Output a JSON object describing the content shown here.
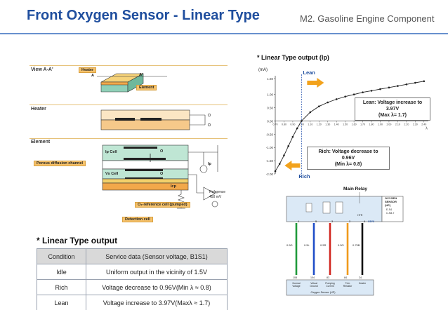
{
  "header": {
    "title": "Front Oxygen Sensor - Linear Type",
    "subtitle": "M2. Gasoline Engine Component"
  },
  "left_diagram": {
    "view_label": "View A-A'",
    "heater_label": "Heater",
    "element_label": "Element",
    "tags": {
      "heater": "Heater",
      "element": "Element",
      "porous": "Porous diffusion channel",
      "o2_ref": "O₂-reference cell (pumped)",
      "detection": "Detection cell"
    },
    "marks": {
      "a_top": "A",
      "a_prime": "A'",
      "ip_cell": "Ip Cell",
      "vs_cell": "Vs Cell",
      "ip": "Ip",
      "icp": "Icp",
      "ref_label": "Reference",
      "ref_value": "450 mV",
      "o_a": "O",
      "o_b": "O"
    }
  },
  "linear_table": {
    "title": "* Linear Type output",
    "headers": [
      "Condition",
      "Service data (Sensor voltage, B1S1)"
    ],
    "rows": [
      [
        "Idle",
        "Uniform output in the vicinity of 1.5V"
      ],
      [
        "Rich",
        "Voltage decrease to 0.96V(Min λ ≈ 0.8)"
      ],
      [
        "Lean",
        "Voltage increase to 3.97V(Maxλ ≈ 1.7)"
      ]
    ]
  },
  "graph": {
    "title": "* Linear Type output (Ip)",
    "unit": "(mA)",
    "y_ticks": [
      "1.60",
      "1.00",
      "0.50",
      "0.00",
      "-0.50",
      "-1.00",
      "-1.50",
      "-2.00"
    ],
    "x_ticks": [
      "0.70",
      "0.80",
      "0.90",
      "1.00",
      "1.10",
      "1.20",
      "1.30",
      "1.40",
      "1.50",
      "1.60",
      "1.70",
      "1.80",
      "1.90",
      "2.00",
      "2.10",
      "2.20",
      "2.30",
      "2.40"
    ],
    "x_unit": "λ",
    "lean_word": "Lean",
    "rich_word": "Rich",
    "lean_callout": [
      "Lean: Voltage increase to",
      "3.97V",
      "(Max λ= 1.7)"
    ],
    "rich_callout": [
      "Rich: Voltage decrease to",
      "0.96V",
      "(Min λ= 0.8)"
    ],
    "colors": {
      "arrow": "#f2a21c",
      "curve": "#222222",
      "dash": "#2a56b0"
    }
  },
  "chart_data": {
    "type": "line",
    "title": "* Linear Type output (Ip)",
    "xlabel": "λ",
    "ylabel": "(mA)",
    "xlim": [
      0.7,
      2.45
    ],
    "ylim": [
      -2.0,
      1.6
    ],
    "series": [
      {
        "x": [
          0.7,
          0.75,
          0.8,
          0.85,
          0.9,
          0.95,
          1.0,
          1.1,
          1.2,
          1.3,
          1.4,
          1.5,
          1.6,
          1.7,
          1.8,
          1.9,
          2.0,
          2.1,
          2.2,
          2.3,
          2.4
        ],
        "values": [
          -1.9,
          -1.62,
          -1.3,
          -0.95,
          -0.6,
          -0.28,
          0.0,
          0.33,
          0.55,
          0.7,
          0.82,
          0.92,
          1.0,
          1.08,
          1.14,
          1.2,
          1.26,
          1.32,
          1.38,
          1.44,
          1.5
        ]
      }
    ]
  },
  "wiring": {
    "main_relay": "Main Relay",
    "sensor_label": [
      "OXYGEN",
      "SENSOR",
      "(UP)"
    ],
    "connector_codes": [
      "E-S4",
      "C-S8-7"
    ],
    "fuse": "HTR",
    "top_pin_labels": [
      "4",
      "5",
      "3",
      "2",
      "6"
    ],
    "top_pin_code": "C6Y6",
    "wire_sizes": [
      "0.5G",
      "0.5L",
      "0.5R",
      "0.5O",
      "0.75B"
    ],
    "bottom_pins": [
      "108",
      "104",
      "83",
      "84",
      "24"
    ],
    "functions": [
      "Normal Voltage",
      "Virtual Ground",
      "Pumping Current",
      "Trim Resistor",
      "Heater"
    ],
    "wire_colors": [
      "#1f9a3a",
      "#1f4ec8",
      "#d1261f",
      "#f09a1c",
      "#111111"
    ],
    "bottom_label": "Oxygen Sensor (UP)"
  }
}
